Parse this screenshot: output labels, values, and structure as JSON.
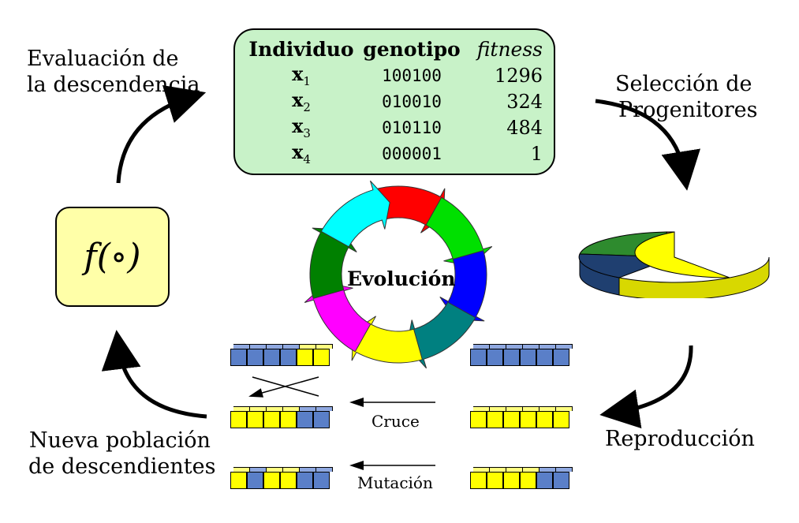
{
  "labels": {
    "eval_line1": "Evaluación de",
    "eval_line2": "la descendencia",
    "sel_line1": "Selección de",
    "sel_line2": "Progenitores",
    "repro": "Reproducción",
    "nueva_line1": "Nueva población",
    "nueva_line2": "de descendientes",
    "evolucion": "Evolución",
    "cruce": "Cruce",
    "mutacion": "Mutación",
    "funcion": "f(∘)"
  },
  "table": {
    "headers": [
      "Individuo",
      "genotipo",
      "fitness"
    ],
    "rows": [
      {
        "var": "x",
        "sub": "1",
        "genotipo": "100100",
        "fitness": "1296"
      },
      {
        "var": "x",
        "sub": "2",
        "genotipo": "010010",
        "fitness": "324"
      },
      {
        "var": "x",
        "sub": "3",
        "genotipo": "010110",
        "fitness": "484"
      },
      {
        "var": "x",
        "sub": "4",
        "genotipo": "000001",
        "fitness": "1"
      }
    ]
  },
  "colors": {
    "table_bg": "#c8f2c8",
    "func_bg": "#ffffa8",
    "bit_one": "#5a7fc8",
    "bit_zero": "#ffff00",
    "pie_yellow": "#ffff00",
    "pie_green": "#2e8b2e",
    "pie_navy": "#1f3f70",
    "pie_red": "#c06060"
  },
  "icons": [
    "evolution-cycle-icon",
    "roulette-pie-icon",
    "cycle-arrow-icon"
  ],
  "pie": {
    "fitness_shares": [
      1296,
      324,
      484,
      1
    ]
  },
  "chromosomes": {
    "left": [
      [
        1,
        1,
        1,
        1,
        0,
        0
      ],
      [
        0,
        0,
        0,
        0,
        1,
        1
      ],
      [
        0,
        1,
        0,
        0,
        1,
        1
      ]
    ],
    "right": [
      [
        1,
        1,
        1,
        1,
        1,
        1
      ],
      [
        0,
        0,
        0,
        0,
        0,
        0
      ],
      [
        0,
        0,
        0,
        0,
        1,
        1
      ]
    ]
  }
}
